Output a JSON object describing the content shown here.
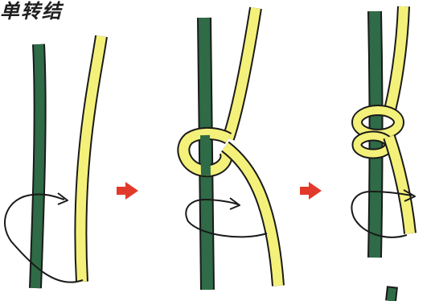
{
  "title": "单转结",
  "colors": {
    "green_cord": "#2e6b46",
    "yellow_cord": "#f4f17a",
    "outline": "#1a1a1a",
    "arrow": "#e23a2a"
  },
  "steps": [
    {
      "name": "step-1",
      "icon": "knot-start"
    },
    {
      "name": "step-2",
      "icon": "knot-loop"
    },
    {
      "name": "step-3",
      "icon": "knot-double-loop"
    }
  ],
  "between_arrows": [
    "red-arrow-icon",
    "red-arrow-icon"
  ]
}
